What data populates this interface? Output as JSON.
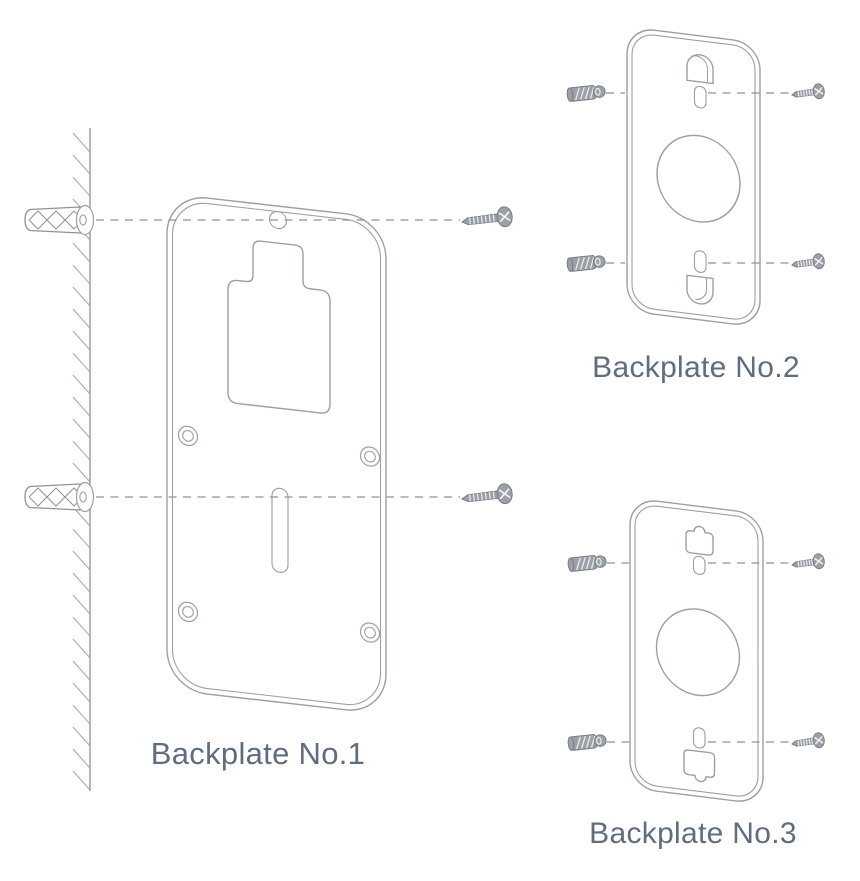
{
  "page": {
    "background": "#ffffff",
    "description": "Installation diagram showing three doorbell backplates aligned to a hatched wall with wall anchors and mounting screws on dashed guide lines"
  },
  "colors": {
    "outline": "#9aa0a5",
    "dashed_line": "#8f9499",
    "hatch": "#aab0b4",
    "screw_fill": "#9ba1a7",
    "screw_outline": "#74797e",
    "label_text": "#5f6d80"
  },
  "labels": {
    "plate1": "Backplate No.1",
    "plate2": "Backplate No.2",
    "plate3": "Backplate No.3"
  },
  "parts": {
    "wall": "hatched wall surface",
    "wall_anchor_count": "2",
    "large_screw_count": "2",
    "small_screw_left_count": "4",
    "small_screw_right_count": "4",
    "guide_lines": "dashed alignment lines"
  }
}
